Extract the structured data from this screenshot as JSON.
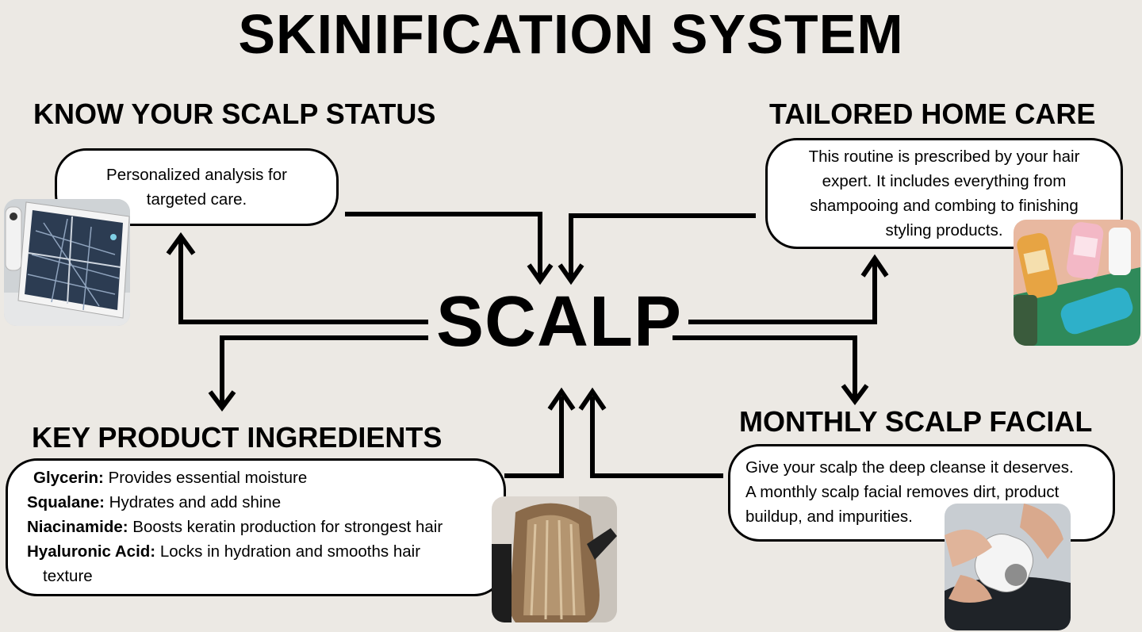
{
  "title": "SKINIFICATION SYSTEM",
  "center": "SCALP",
  "sections": {
    "status": {
      "heading": "KNOW YOUR SCALP STATUS",
      "text_line1": "Personalized analysis for",
      "text_line2": "targeted care."
    },
    "homecare": {
      "heading": "TAILORED HOME CARE",
      "text_line1": "This routine is prescribed by your hair",
      "text_line2": "expert. It includes everything from",
      "text_line3": "shampooing and combing to finishing",
      "text_line4": "styling products."
    },
    "ingredients": {
      "heading": "KEY PRODUCT INGREDIENTS",
      "items": [
        {
          "name": "Glycerin:",
          "desc": " Provides essential moisture"
        },
        {
          "name": "Squalane:",
          "desc": " Hydrates and add shine"
        },
        {
          "name": "Niacinamide:",
          "desc": " Boosts keratin production for strongest hair"
        },
        {
          "name": "Hyaluronic Acid:",
          "desc": " Locks in hydration and smooths hair"
        }
      ],
      "continuation": "texture"
    },
    "facial": {
      "heading": "MONTHLY SCALP FACIAL",
      "text_line1": "Give your scalp the deep cleanse it deserves.",
      "text_line2": "A monthly scalp facial removes dirt, product",
      "text_line3": "buildup, and impurities."
    }
  }
}
